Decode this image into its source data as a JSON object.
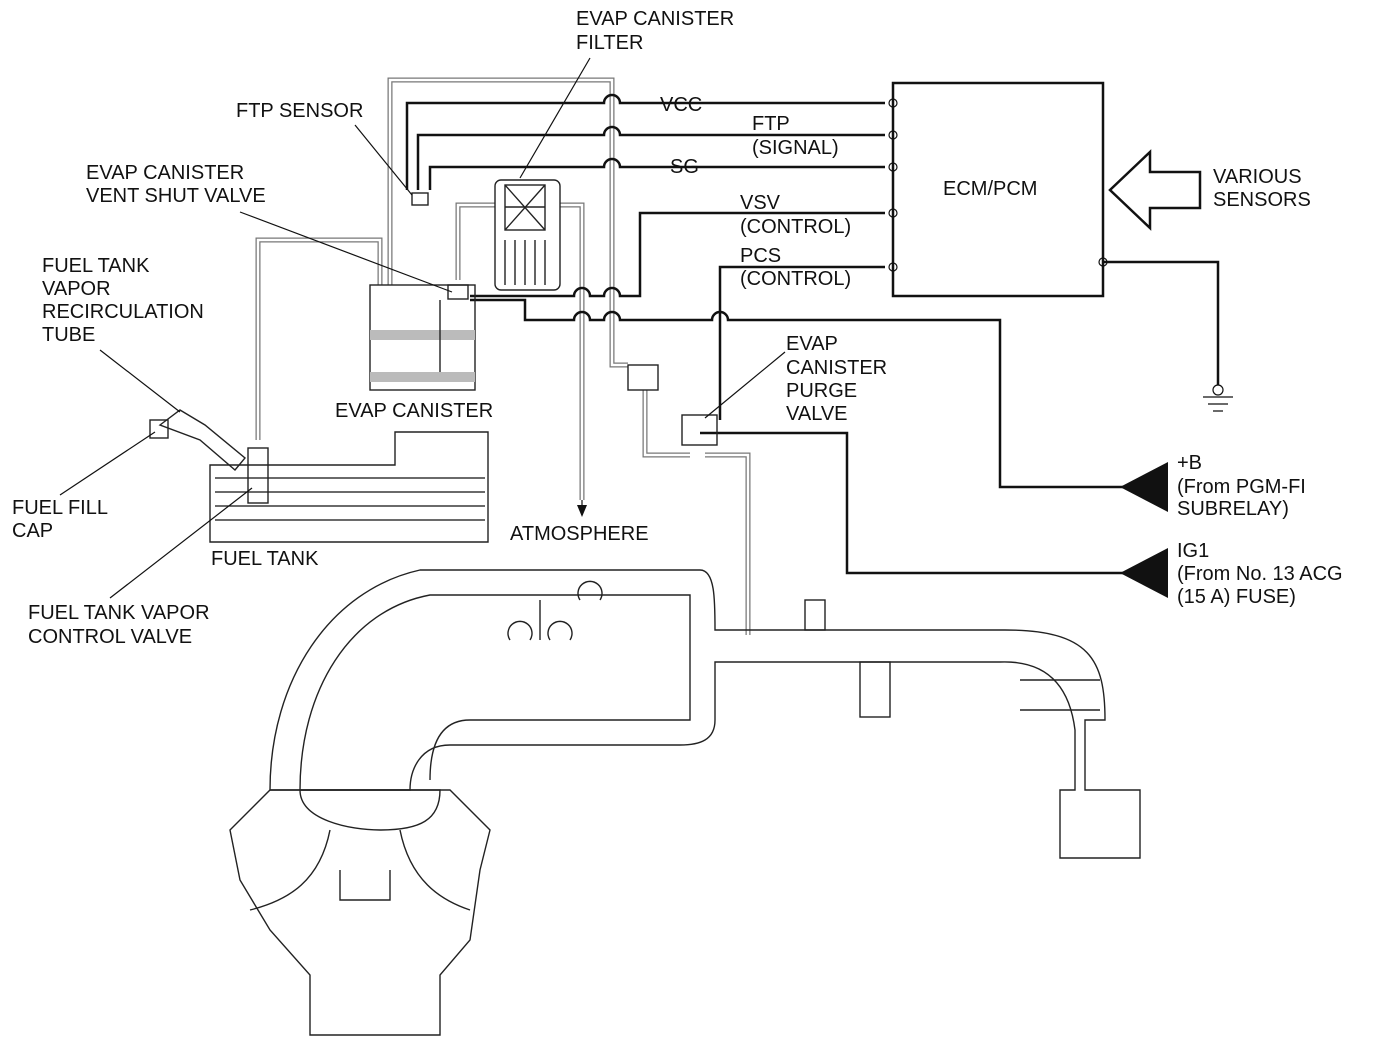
{
  "labels": {
    "evap_canister_filter": [
      "EVAP CANISTER",
      "FILTER"
    ],
    "ftp_sensor": "FTP SENSOR",
    "vent_shut_valve": [
      "EVAP CANISTER",
      "VENT SHUT VALVE"
    ],
    "recirc_tube": [
      "FUEL TANK",
      "VAPOR",
      "RECIRCULATION",
      "TUBE"
    ],
    "vcc": "VCC",
    "ftp_signal": [
      "FTP",
      "(SIGNAL)"
    ],
    "sg": "SG",
    "vsv": [
      "VSV",
      "(CONTROL)"
    ],
    "pcs": [
      "PCS",
      "(CONTROL)"
    ],
    "ecm": "ECM/PCM",
    "various_sensors": [
      "VARIOUS",
      "SENSORS"
    ],
    "evap_canister": "EVAP CANISTER",
    "purge_valve": [
      "EVAP",
      "CANISTER",
      "PURGE",
      "VALVE"
    ],
    "plus_b": [
      "+B",
      "(From PGM-FI",
      "SUBRELAY)"
    ],
    "ig1": [
      "IG1",
      "(From No. 13 ACG",
      "(15 A) FUSE)"
    ],
    "atmosphere": "ATMOSPHERE",
    "fuel_fill_cap": [
      "FUEL FILL",
      "CAP"
    ],
    "fuel_tank": "FUEL TANK",
    "vapor_control_valve": [
      "FUEL TANK VAPOR",
      "CONTROL VALVE"
    ]
  }
}
